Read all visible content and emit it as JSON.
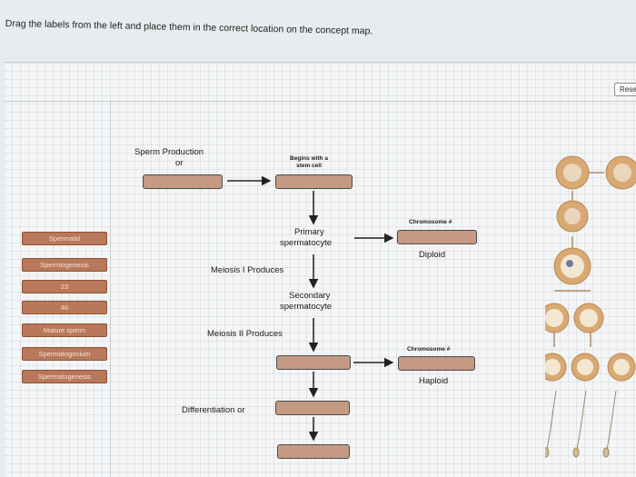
{
  "instructions": "Drag the labels from the left and place them in the correct location on the concept map.",
  "toolbar": {
    "reset_label": "Rese"
  },
  "labels": [
    {
      "text": "Spermatid"
    },
    {
      "text": "Spermiogenesis"
    },
    {
      "text": "23"
    },
    {
      "text": "46"
    },
    {
      "text": "Mature sperm"
    },
    {
      "text": "Spermatogonium"
    },
    {
      "text": "Spermatogenesis"
    }
  ],
  "concept_map": {
    "sperm_production": "Sperm Production",
    "sperm_production_or": "or",
    "begins_with": "Begins with a",
    "stem_cell": "stem cell",
    "primary": "Primary",
    "spermatocyte": "spermatocyte",
    "meiosis_1": "Meiosis I Produces",
    "secondary": "Secondary",
    "secondary_spermatocyte": "spermatocyte",
    "meiosis_2": "Meiosis II Produces",
    "chromosome_1": "Chromosome #",
    "diploid": "Diploid",
    "chromosome_2": "Chromosome #",
    "haploid": "Haploid",
    "differentiation": "Differentiation or"
  },
  "colors": {
    "label_fill": "#b9785a",
    "drop_box_fill": "#c49a82",
    "cell_outer": "#d9a973",
    "cell_inner": "#f3e7d2"
  }
}
